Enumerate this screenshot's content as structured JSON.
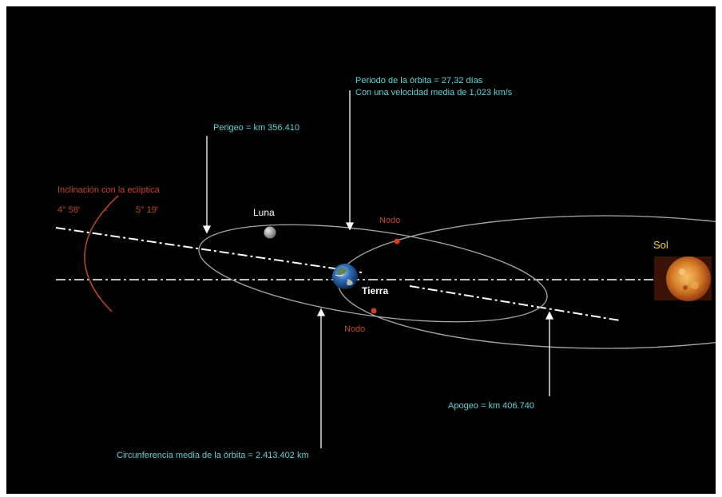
{
  "labels": {
    "period_line1": "Periodo de la órbita = 27,32 días",
    "period_line2": "Con una velocidad media de 1,023 km/s",
    "perigee": "Perigeo = km 356.410",
    "inclination_title": "Inclinación con la eclíptica",
    "inclination_min": "4° 58'",
    "inclination_dash": "-",
    "inclination_max": "5° 19'",
    "moon": "Luna",
    "node_top": "Nodo",
    "node_bottom": "Nodo",
    "earth": "Tierra",
    "sun": "Sol",
    "apogee": "Apogeo = km 406.740",
    "circumference": "Circunferencia media de la órbita = 2.413.402 km"
  },
  "colors": {
    "background": "#000000",
    "annotation": "#5fd3d8",
    "inclination": "#c5452a",
    "orbit": "#a8a8a8",
    "node": "#d2401c",
    "sun_label": "#f3d21f"
  },
  "icons": [
    "earth-icon",
    "moon-icon",
    "sun-icon",
    "node-marker"
  ]
}
